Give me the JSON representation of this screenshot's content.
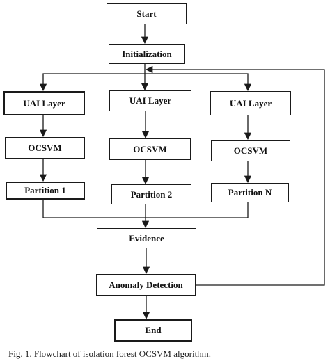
{
  "nodes": {
    "start": "Start",
    "init": "Initialization",
    "uai": [
      "UAI Layer",
      "UAI Layer",
      "UAI Layer"
    ],
    "ocsvm": [
      "OCSVM",
      "OCSVM",
      "OCSVM"
    ],
    "partitions": [
      "Partition 1",
      "Partition 2",
      "Partition N"
    ],
    "evidence": "Evidence",
    "anomaly": "Anomaly Detection",
    "end": "End"
  },
  "caption": "Fig. 1. Flowchart of isolation forest OCSVM algorithm.",
  "colors": {
    "line": "#1a1a1a",
    "box_border": "#1a1a1a",
    "background": "#ffffff"
  }
}
